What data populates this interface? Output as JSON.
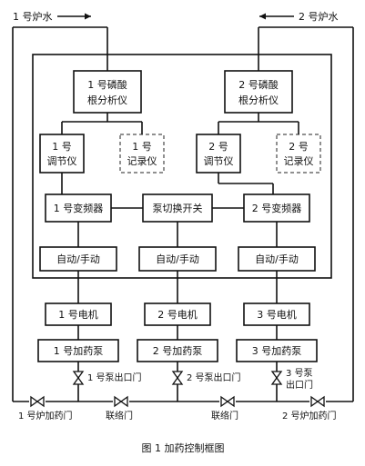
{
  "labels": {
    "water1": "1 号炉水",
    "water2": "2 号炉水",
    "analyzer1_l1": "1 号磷酸",
    "analyzer1_l2": "根分析仪",
    "analyzer2_l1": "2 号磷酸",
    "analyzer2_l2": "根分析仪",
    "reg1_l1": "1 号",
    "reg1_l2": "调节仪",
    "rec1_l1": "1 号",
    "rec1_l2": "记录仪",
    "reg2_l1": "2 号",
    "reg2_l2": "调节仪",
    "rec2_l1": "2 号",
    "rec2_l2": "记录仪",
    "vfd1": "1 号变频器",
    "switch": "泵切换开关",
    "vfd2": "2 号变频器",
    "auto1": "自动/手动",
    "auto2": "自动/手动",
    "auto3": "自动/手动",
    "motor1": "1 号电机",
    "motor2": "2 号电机",
    "motor3": "3 号电机",
    "pump1": "1 号加药泵",
    "pump2": "2 号加药泵",
    "pump3": "3 号加药泵",
    "outvalve1": "1 号泵出口门",
    "outvalve2": "2 号泵出口门",
    "outvalve3_l1": "3 号泵",
    "outvalve3_l2": "出口门",
    "dosevalve1": "1 号炉加药门",
    "tie1": "联络门",
    "tie2": "联络门",
    "dosevalve2": "2 号炉加药门"
  },
  "caption": "图 1    加药控制框图"
}
